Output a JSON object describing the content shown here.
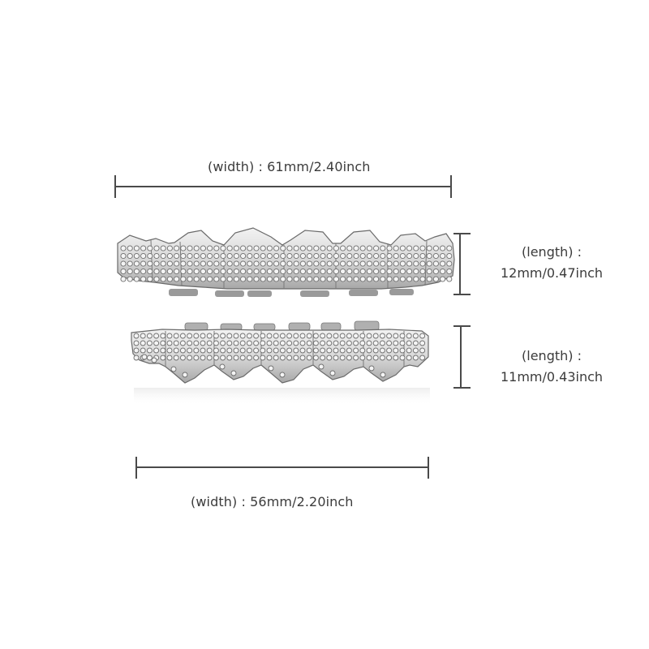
{
  "image": {
    "subject": "silver iced-out grillz set (top and bottom)",
    "background_color": "#ffffff",
    "line_color": "#4a4a4a",
    "text_color": "#3b3b3b",
    "metal_color": "#d9d9d9",
    "metal_shadow_color": "#8a8a8a",
    "stone_color": "#f4f4f4",
    "stone_outline_color": "#6e6e6e"
  },
  "top_width": {
    "label": "(width) : 61mm/2.40inch",
    "value_mm": 61,
    "value_inch": 2.4
  },
  "top_length": {
    "label_line1": "(length) :",
    "label_line2": "12mm/0.47inch",
    "value_mm": 12,
    "value_inch": 0.47
  },
  "bottom_length": {
    "label_line1": "(length) :",
    "label_line2": "11mm/0.43inch",
    "value_mm": 11,
    "value_inch": 0.43
  },
  "bottom_width": {
    "label": "(width) : 56mm/2.20inch",
    "value_mm": 56,
    "value_inch": 2.2
  },
  "top_grill": {
    "teeth_count": 8,
    "stone_rows": 5
  },
  "bottom_grill": {
    "teeth_count": 8,
    "stone_rows": 4
  }
}
